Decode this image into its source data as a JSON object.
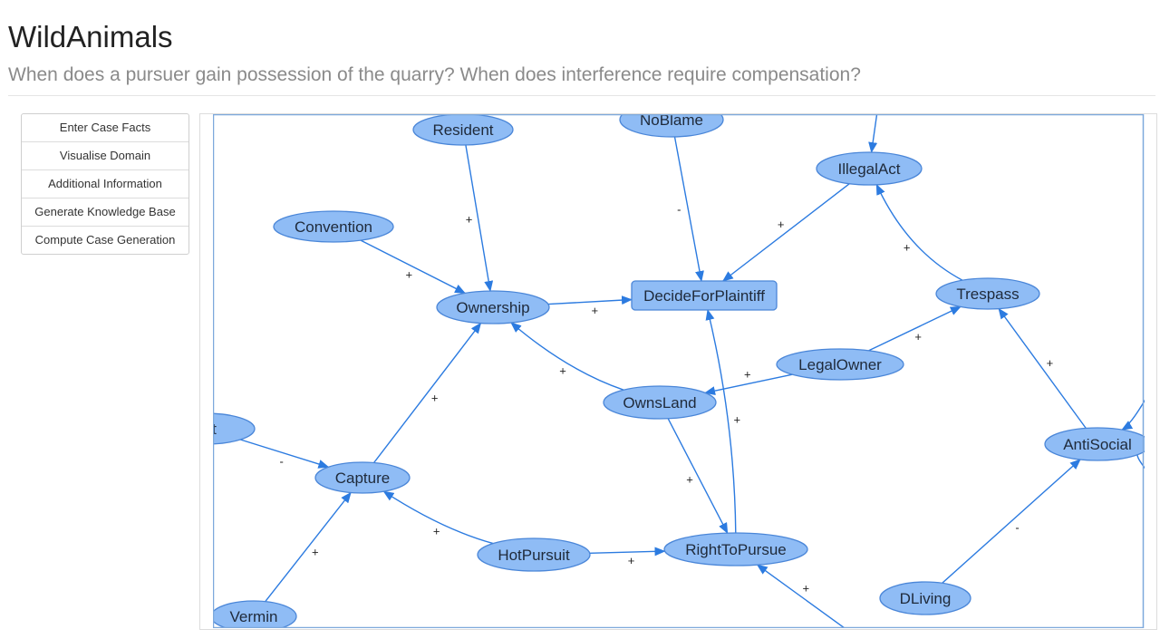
{
  "header": {
    "title": "WildAnimals",
    "subtitle": "When does a pursuer gain possession of the quarry? When does interference require compensation?"
  },
  "sidebar": {
    "items": [
      {
        "label": "Enter Case Facts"
      },
      {
        "label": "Visualise Domain"
      },
      {
        "label": "Additional Information"
      },
      {
        "label": "Generate Knowledge Base"
      },
      {
        "label": "Compute Case Generation"
      }
    ]
  },
  "graph": {
    "colors": {
      "node_fill": "#8fbcf5",
      "node_stroke": "#4a86d8",
      "edge": "#2c7be0",
      "frame": "#7ea9dc"
    },
    "nodes": [
      {
        "id": "Resident",
        "label": "Resident",
        "shape": "ellipse"
      },
      {
        "id": "NoBlame",
        "label": "NoBlame",
        "shape": "ellipse"
      },
      {
        "id": "IllegalAct",
        "label": "IllegalAct",
        "shape": "ellipse"
      },
      {
        "id": "Convention",
        "label": "Convention",
        "shape": "ellipse"
      },
      {
        "id": "Ownership",
        "label": "Ownership",
        "shape": "ellipse"
      },
      {
        "id": "DecideForPlaintiff",
        "label": "DecideForPlaintiff",
        "shape": "box"
      },
      {
        "id": "Trespass",
        "label": "Trespass",
        "shape": "ellipse"
      },
      {
        "id": "LegalOwner",
        "label": "LegalOwner",
        "shape": "ellipse"
      },
      {
        "id": "OwnsLand",
        "label": "OwnsLand",
        "shape": "ellipse"
      },
      {
        "id": "ght",
        "label": "ght",
        "shape": "ellipse"
      },
      {
        "id": "Capture",
        "label": "Capture",
        "shape": "ellipse"
      },
      {
        "id": "AntiSocial",
        "label": "AntiSocial",
        "shape": "ellipse"
      },
      {
        "id": "HotPursuit",
        "label": "HotPursuit",
        "shape": "ellipse"
      },
      {
        "id": "RightToPursue",
        "label": "RightToPursue",
        "shape": "ellipse"
      },
      {
        "id": "DLiving",
        "label": "DLiving",
        "shape": "ellipse"
      },
      {
        "id": "Vermin",
        "label": "Vermin",
        "shape": "ellipse"
      }
    ],
    "edges": [
      {
        "from": "Resident",
        "to": "Ownership",
        "label": "+"
      },
      {
        "from": "NoBlame",
        "to": "DecideForPlaintiff",
        "label": "-"
      },
      {
        "from": "IllegalAct",
        "to": "DecideForPlaintiff",
        "label": "+"
      },
      {
        "from": "Convention",
        "to": "Ownership",
        "label": "+"
      },
      {
        "from": "Ownership",
        "to": "DecideForPlaintiff",
        "label": "+"
      },
      {
        "from": "Trespass",
        "to": "IllegalAct",
        "label": "+"
      },
      {
        "from": "LegalOwner",
        "to": "Trespass",
        "label": "+"
      },
      {
        "from": "LegalOwner",
        "to": "OwnsLand",
        "label": "+"
      },
      {
        "from": "OwnsLand",
        "to": "Ownership",
        "label": "+"
      },
      {
        "from": "OwnsLand",
        "to": "RightToPursue",
        "label": "+"
      },
      {
        "from": "RightToPursue",
        "to": "DecideForPlaintiff",
        "label": "+"
      },
      {
        "from": "Capture",
        "to": "Ownership",
        "label": "+"
      },
      {
        "from": "ght",
        "to": "Capture",
        "label": "-"
      },
      {
        "from": "HotPursuit",
        "to": "Capture",
        "label": "+"
      },
      {
        "from": "HotPursuit",
        "to": "RightToPursue",
        "label": "+"
      },
      {
        "from": "Vermin",
        "to": "Capture",
        "label": "+"
      },
      {
        "from": "AntiSocial",
        "to": "Trespass",
        "label": "+"
      },
      {
        "from": "DLiving",
        "to": "AntiSocial",
        "label": "-"
      },
      {
        "from": "offscreen-bottom-right",
        "to": "RightToPursue",
        "label": "+"
      },
      {
        "from": "offscreen-top",
        "to": "IllegalAct",
        "label": ""
      },
      {
        "from": "offscreen-right-1",
        "to": "AntiSocial",
        "label": ""
      },
      {
        "from": "offscreen-right-2",
        "to": "AntiSocial",
        "label": ""
      }
    ]
  }
}
